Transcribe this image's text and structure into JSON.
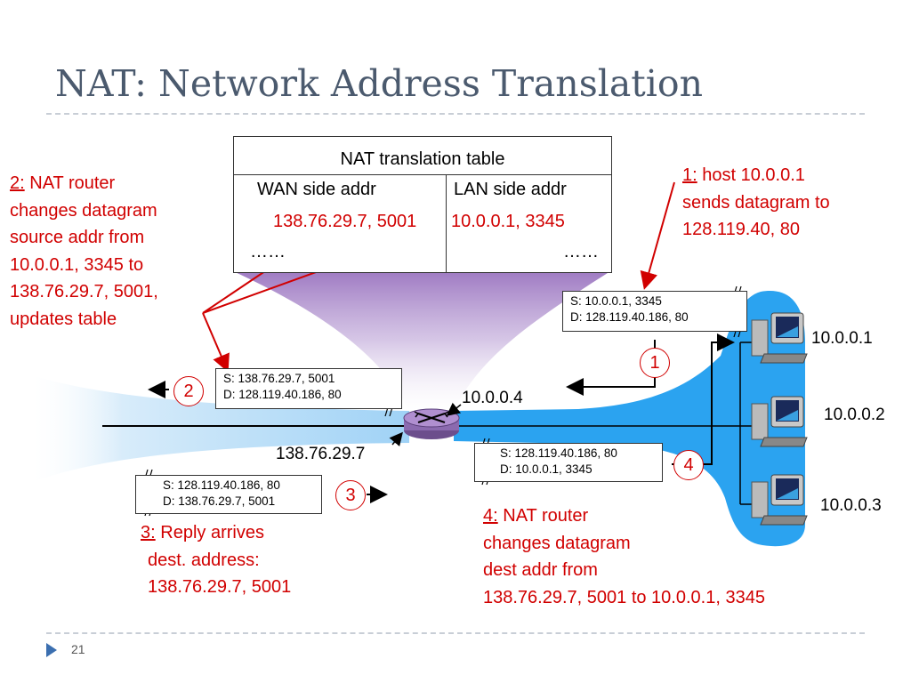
{
  "slide": {
    "title": "NAT: Network Address Translation",
    "page_number": "21"
  },
  "nat_table": {
    "caption": "NAT translation table",
    "header_wan": "WAN side addr",
    "header_lan": "LAN side addr",
    "row_wan": "138.76.29.7, 5001",
    "row_lan": "10.0.0.1, 3345",
    "more_wan": "……",
    "more_lan": "……"
  },
  "steps": {
    "s1_num": "1:",
    "s1_text": "host 10.0.0.1",
    "s1_line2": "sends datagram to",
    "s1_line3": "128.119.40, 80",
    "s2_num": "2:",
    "s2_text": "NAT router",
    "s2_line2": "changes datagram",
    "s2_line3": "source addr from",
    "s2_line4": "10.0.0.1, 3345 to",
    "s2_line5": "138.76.29.7, 5001,",
    "s2_line6": "updates table",
    "s3_num": "3:",
    "s3_text": "Reply arrives",
    "s3_line2": "dest. address:",
    "s3_line3": "138.76.29.7, 5001",
    "s4_num": "4:",
    "s4_text": "NAT router",
    "s4_line2": "changes datagram",
    "s4_line3": "dest addr from",
    "s4_line4": "138.76.29.7, 5001 to 10.0.0.1, 3345"
  },
  "packets": {
    "p1_src": "S: 10.0.0.1, 3345",
    "p1_dst": "D: 128.119.40.186, 80",
    "p2_src": "S: 138.76.29.7, 5001",
    "p2_dst": "D: 128.119.40.186, 80",
    "p3_src": "S: 128.119.40.186, 80",
    "p3_dst": "D: 138.76.29.7, 5001",
    "p4_src": "S: 128.119.40.186, 80",
    "p4_dst": "D: 10.0.0.1, 3345"
  },
  "badges": {
    "b1": "1",
    "b2": "2",
    "b3": "3",
    "b4": "4"
  },
  "labels": {
    "router_lan_ip": "10.0.0.4",
    "router_wan_ip": "138.76.29.7",
    "host1": "10.0.0.1",
    "host2": "10.0.0.2",
    "host3": "10.0.0.3"
  },
  "colors": {
    "annotation": "#d10000",
    "title": "#4b5a6e",
    "lan_blue": "#2ba3f0",
    "table_beam": "#b294cc"
  },
  "icons": {
    "router": "router-icon",
    "host": "desktop-computer-icon",
    "bullet": "triangle-bullet-icon"
  }
}
